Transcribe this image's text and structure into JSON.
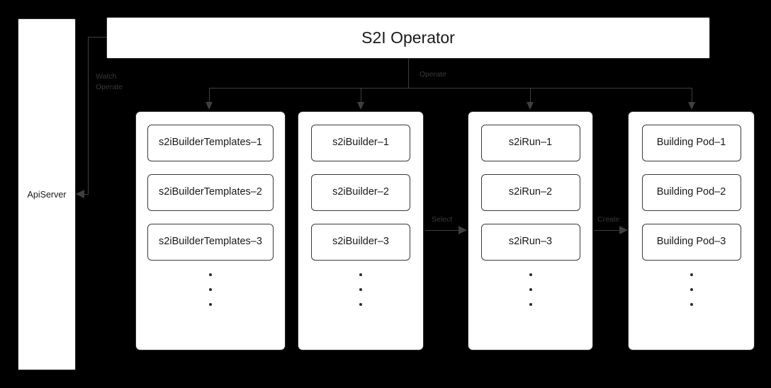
{
  "diagram": {
    "title": "S2I Operator",
    "background_color": "#000000",
    "box_fill_color": "#ffffff",
    "line_color": "#3f3f3f",
    "label_color": "#3a3a3a"
  },
  "apiserver": {
    "label": "ApiServer"
  },
  "operator": {
    "label": "S2I Operator"
  },
  "edge_labels": {
    "watch_operate": "Watch\nOperate",
    "operate": "Operate",
    "select": "Select",
    "create": "Create"
  },
  "columns": [
    {
      "name": "s2ibuildertemplates",
      "items": [
        {
          "label": "s2iBuilderTemplates–1"
        },
        {
          "label": "s2iBuilderTemplates–2"
        },
        {
          "label": "s2iBuilderTemplates–3"
        }
      ],
      "ellipsis_dots": 3
    },
    {
      "name": "s2ibuilder",
      "items": [
        {
          "label": "s2iBuilder–1"
        },
        {
          "label": "s2iBuilder–2"
        },
        {
          "label": "s2iBuilder–3"
        }
      ],
      "ellipsis_dots": 3
    },
    {
      "name": "s2irun",
      "items": [
        {
          "label": "s2iRun–1"
        },
        {
          "label": "s2iRun–2"
        },
        {
          "label": "s2iRun–3"
        }
      ],
      "ellipsis_dots": 3
    },
    {
      "name": "building-pod",
      "items": [
        {
          "label": "Building Pod–1"
        },
        {
          "label": "Building Pod–2"
        },
        {
          "label": "Building Pod–3"
        }
      ],
      "ellipsis_dots": 3
    }
  ]
}
